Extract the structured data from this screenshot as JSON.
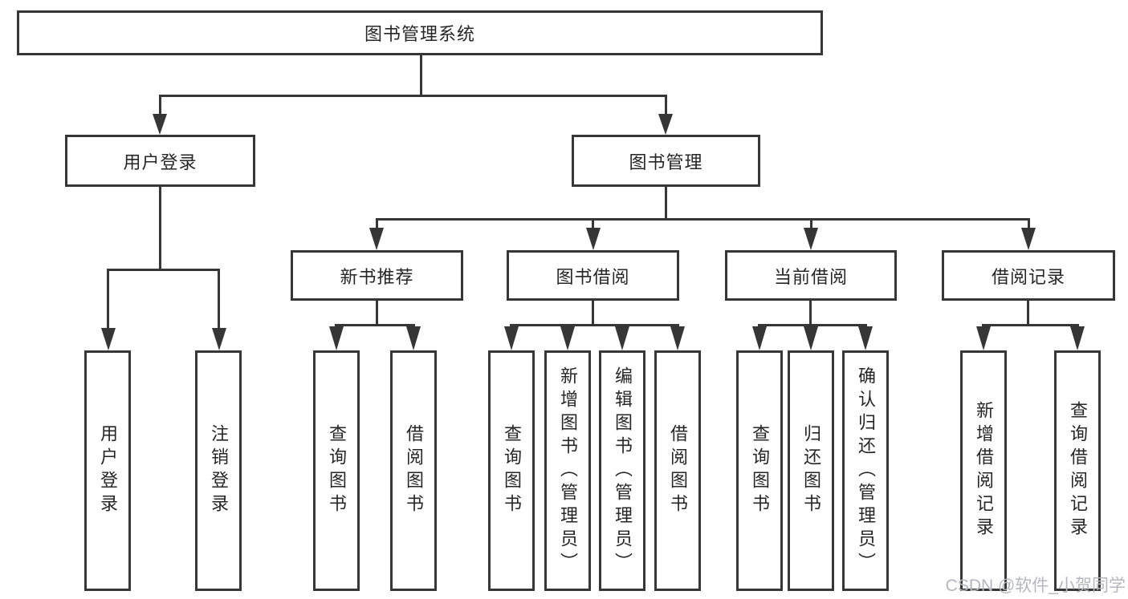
{
  "diagram": {
    "root": {
      "label": "图书管理系统"
    },
    "level2": [
      {
        "id": "user-login",
        "label": "用户登录"
      },
      {
        "id": "book-management",
        "label": "图书管理"
      }
    ],
    "level3": [
      {
        "id": "new-book-recommend",
        "label": "新书推荐"
      },
      {
        "id": "book-borrow",
        "label": "图书借阅"
      },
      {
        "id": "current-borrow",
        "label": "当前借阅"
      },
      {
        "id": "borrow-records",
        "label": "借阅记录"
      }
    ],
    "leaves": {
      "user_login": [
        {
          "label": "用户登录"
        },
        {
          "label": "注销登录"
        }
      ],
      "new_book_recommend": [
        {
          "label": "查询图书"
        },
        {
          "label": "借阅图书"
        }
      ],
      "book_borrow": [
        {
          "label": "查询图书"
        },
        {
          "label": "新增图书（管理员）"
        },
        {
          "label": "编辑图书（管理员）"
        },
        {
          "label": "借阅图书"
        }
      ],
      "current_borrow": [
        {
          "label": "查询图书"
        },
        {
          "label": "归还图书"
        },
        {
          "label": "确认归还（管理员）"
        }
      ],
      "borrow_records": [
        {
          "label": "新增借阅记录"
        },
        {
          "label": "查询借阅记录"
        }
      ]
    },
    "watermark": "CSDN @软件_小贺同学",
    "colors": {
      "line": "#363636",
      "text": "#262626",
      "box_background": "#ffffff",
      "watermark": "#b5b5bf",
      "page_background": "#ffffff"
    }
  }
}
